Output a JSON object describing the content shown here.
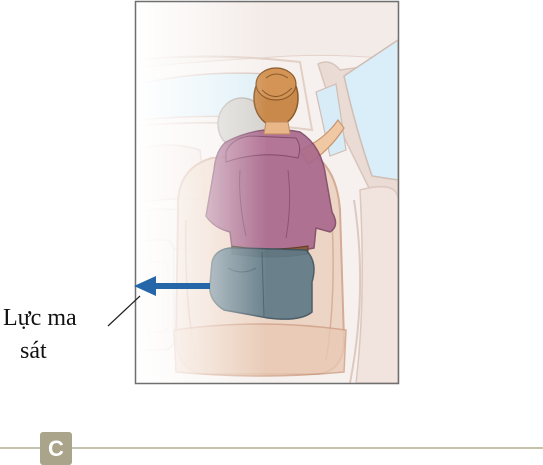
{
  "force_label": {
    "line1": "Lực ma",
    "line2": "sát"
  },
  "panel": {
    "letter": "C"
  },
  "colors": {
    "arrow": "#2466a8",
    "shirt": "#a8678c",
    "jeans": "#5f7a88",
    "hair": "#c9894a",
    "seat": "#e7c8b2",
    "frame_border": "#6f6f6f",
    "badge": "#a9a48a"
  },
  "icons": [
    "force-arrow-icon",
    "pointer-line-icon"
  ]
}
